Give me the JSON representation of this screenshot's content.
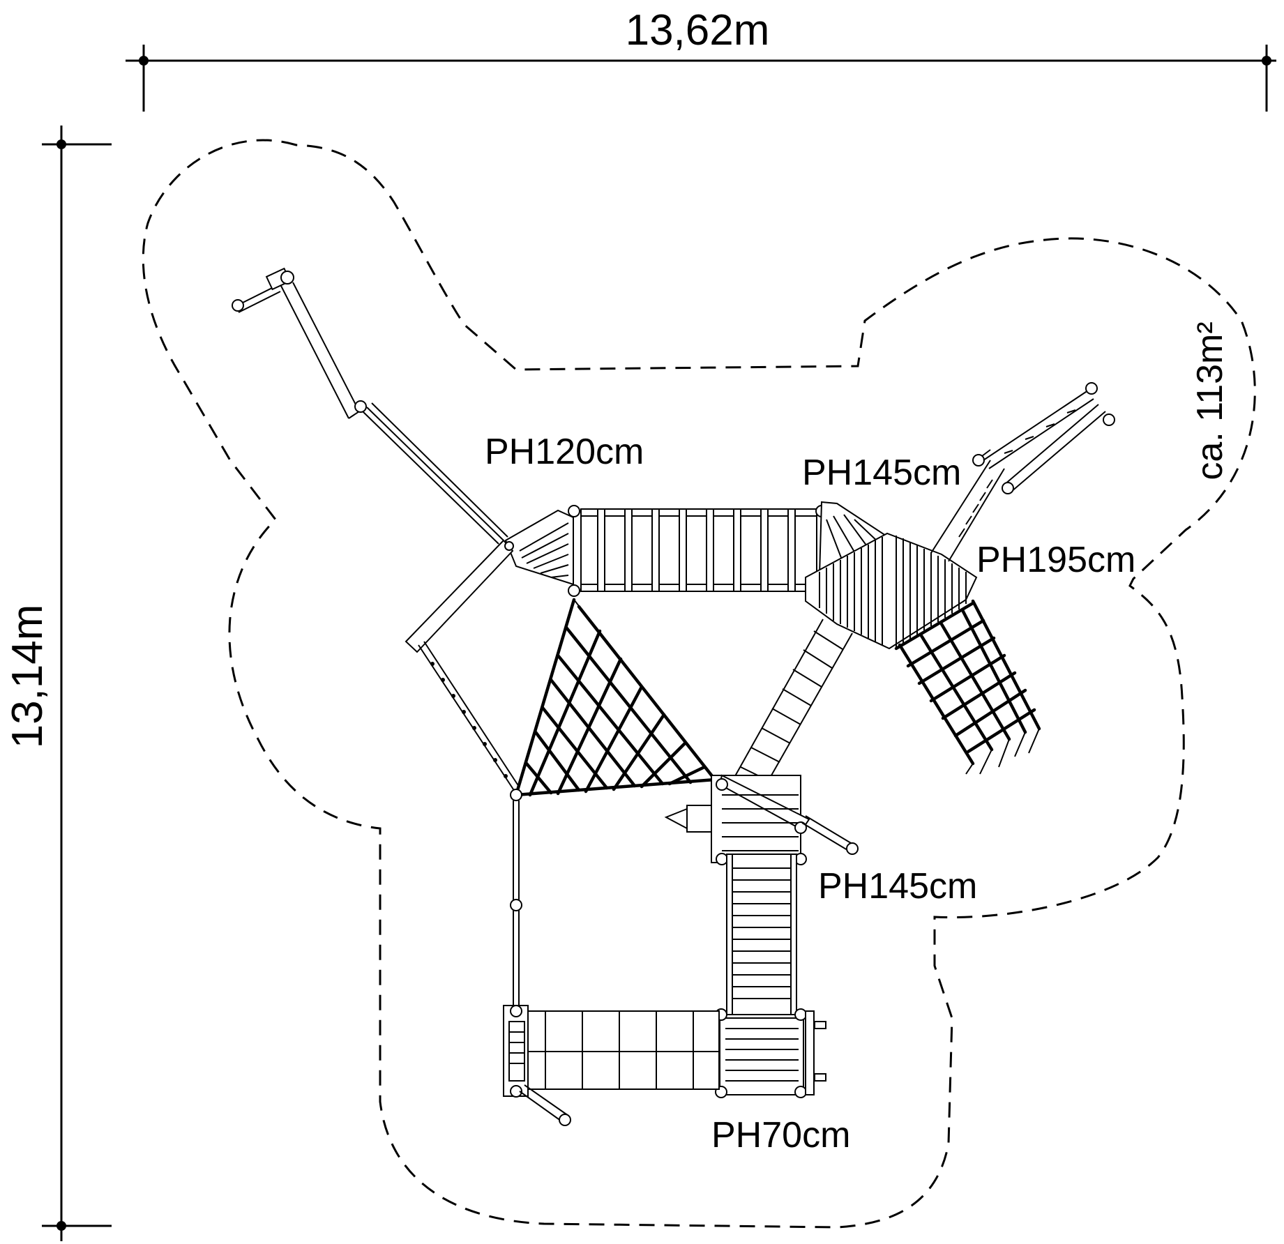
{
  "dimensions": {
    "width": "13,62m",
    "height": "13,14m",
    "area": "ca. 113m²"
  },
  "platforms": [
    {
      "id": "p1",
      "label": "PH120cm"
    },
    {
      "id": "p2",
      "label": "PH145cm"
    },
    {
      "id": "p3",
      "label": "PH195cm"
    },
    {
      "id": "p4",
      "label": "PH145cm"
    },
    {
      "id": "p5",
      "label": "PH70cm"
    }
  ]
}
